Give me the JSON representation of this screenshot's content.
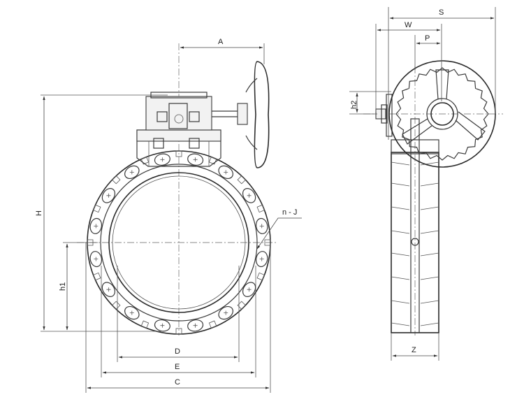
{
  "labels": {
    "A": "A",
    "H": "H",
    "h1": "h1",
    "D": "D",
    "E": "E",
    "C": "C",
    "nJ": "n - J",
    "S": "S",
    "W": "W",
    "P": "P",
    "h2": "h2",
    "Z": "Z"
  }
}
